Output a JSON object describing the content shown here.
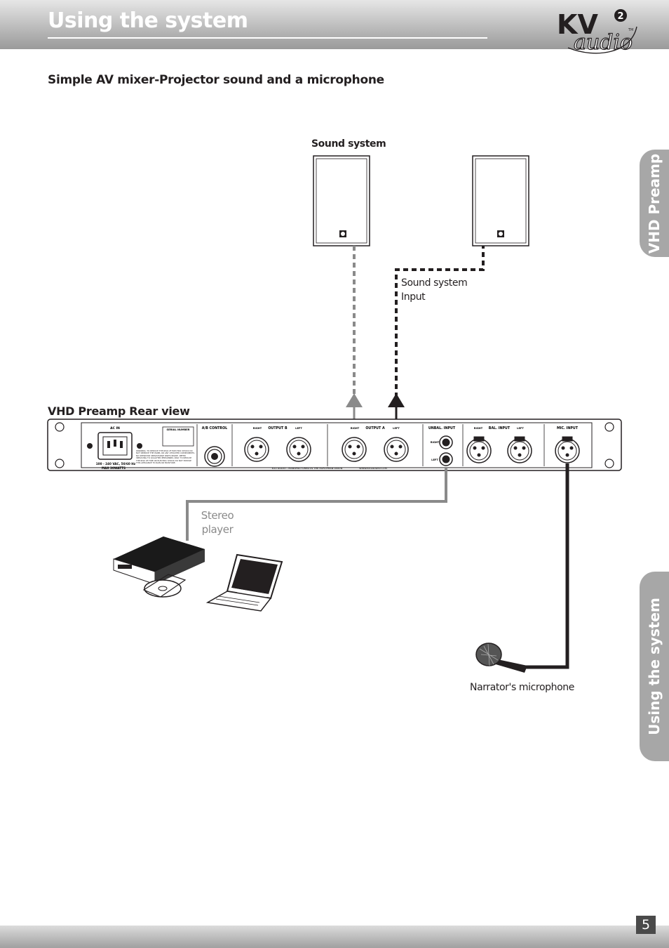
{
  "header": {
    "title": "Using the system"
  },
  "logo": {
    "text": "KV",
    "sub": "audio",
    "superscript": "2",
    "tm": "TM"
  },
  "subtitle": "Simple AV mixer-Projector sound and a microphone",
  "sound_system_label": "Sound system",
  "sound_system_input_label": "Sound system\nInput",
  "rear_view_title": "VHD Preamp Rear view",
  "stereo_player_label": "Stereo\nplayer",
  "microphone_label": "Narrator's microphone",
  "side_tabs": {
    "top": "VHD Preamp",
    "bottom": "Using the system"
  },
  "page_number": "5",
  "panel": {
    "ac_in": "AC IN",
    "serial": "SERIAL NUMBER",
    "voltage": "100 - 240 VAC, 50/60 Hz",
    "max_watts": "MAX 30WATTS",
    "warning": "WARNING: TO REDUCE THE RISK OF ELECTRIC SHOCK DO NOT REMOVE THE PANEL OR ANY ATTACHED COMPONENTS. NO OPERATOR SERVICEABLE PARTS INSIDE. REFER SERVICING TO QUALIFIED PERSONNEL ONLY. TO REDUCE THE RISK OF FIRE OR ELECTRIC SHOCK DO NOT EXPOSE THIS APPLIANCE TO RAIN OR MOISTURE.",
    "ab_control": "A/B CONTROL",
    "output_b": "OUTPUT B",
    "output_a": "OUTPUT A",
    "right": "RIGHT",
    "left": "LEFT",
    "unbal_input": "UNBAL. INPUT",
    "bal_input": "BAL. INPUT",
    "mic_input": "MIC. INPUT",
    "manufactured": "KV2 AUDIO - MANUFACTURED IN THE EUROPEAN UNION",
    "website": "WWW.KV2AUDIO.COM"
  }
}
